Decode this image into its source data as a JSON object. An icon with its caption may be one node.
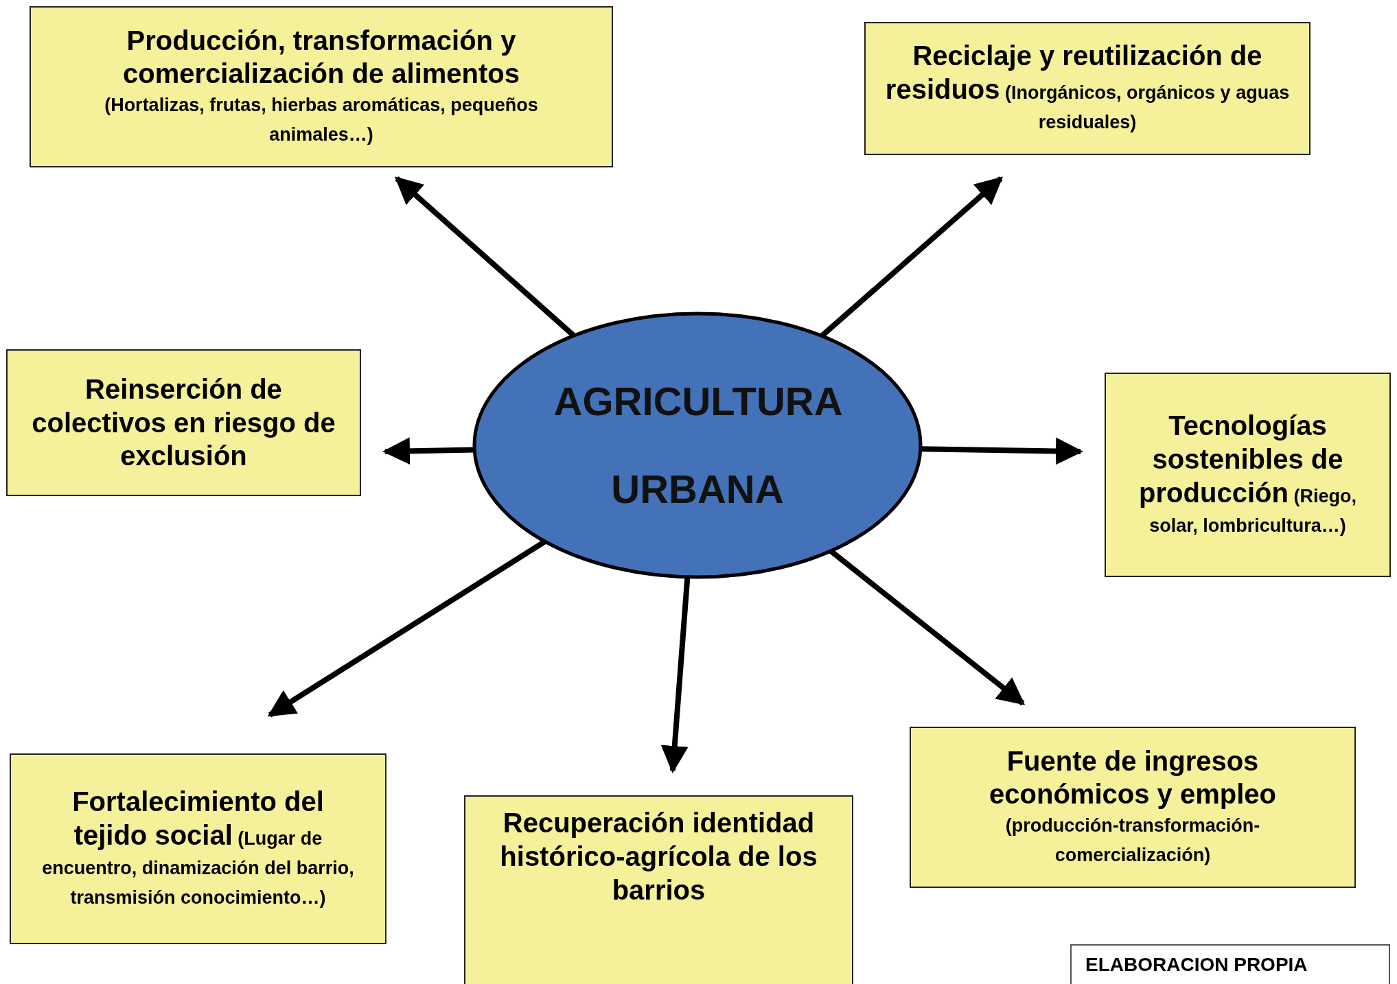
{
  "diagram": {
    "nodes": [
      {
        "text": [
          "Producción, transformación  y comercialización de alimentos",
          "(Hortalizas, frutas, hierbas aromáticas, pequeños animales…)"
        ]
      },
      {
        "text": [
          "Reciclaje y reutilización de residuos",
          "(Inorgánicos, orgánicos y aguas residuales)"
        ]
      },
      {
        "text": [
          "Reinserción de colectivos en riesgo de exclusión"
        ]
      },
      {
        "text": [
          "AGRICULTURA URBANA"
        ]
      },
      {
        "text": [
          "Tecnologías sostenibles de producción",
          "(Riego, solar, lombricultura…)"
        ]
      },
      {
        "text": [
          "Fortalecimiento del tejido social",
          "(Lugar de encuentro, dinamización del barrio, transmisión conocimiento…)"
        ]
      },
      {
        "text": [
          "Recuperación identidad histórico-agrícola de los barrios"
        ]
      },
      {
        "text": [
          "Fuente de ingresos económicos y empleo",
          "(producción-transformación-comercialización)"
        ]
      }
    ],
    "edges": [
      {
        "from": 3,
        "to": 0,
        "arrow": "to"
      },
      {
        "from": 3,
        "to": 1,
        "arrow": "to"
      },
      {
        "from": 3,
        "to": 2,
        "arrow": "to"
      },
      {
        "from": 3,
        "to": 4,
        "arrow": "to"
      },
      {
        "from": 3,
        "to": 5,
        "arrow": "to"
      },
      {
        "from": 3,
        "to": 6,
        "arrow": "to"
      },
      {
        "from": 3,
        "to": 7,
        "arrow": "to"
      }
    ],
    "labels": [
      "ELABORACION PROPIA"
    ]
  }
}
